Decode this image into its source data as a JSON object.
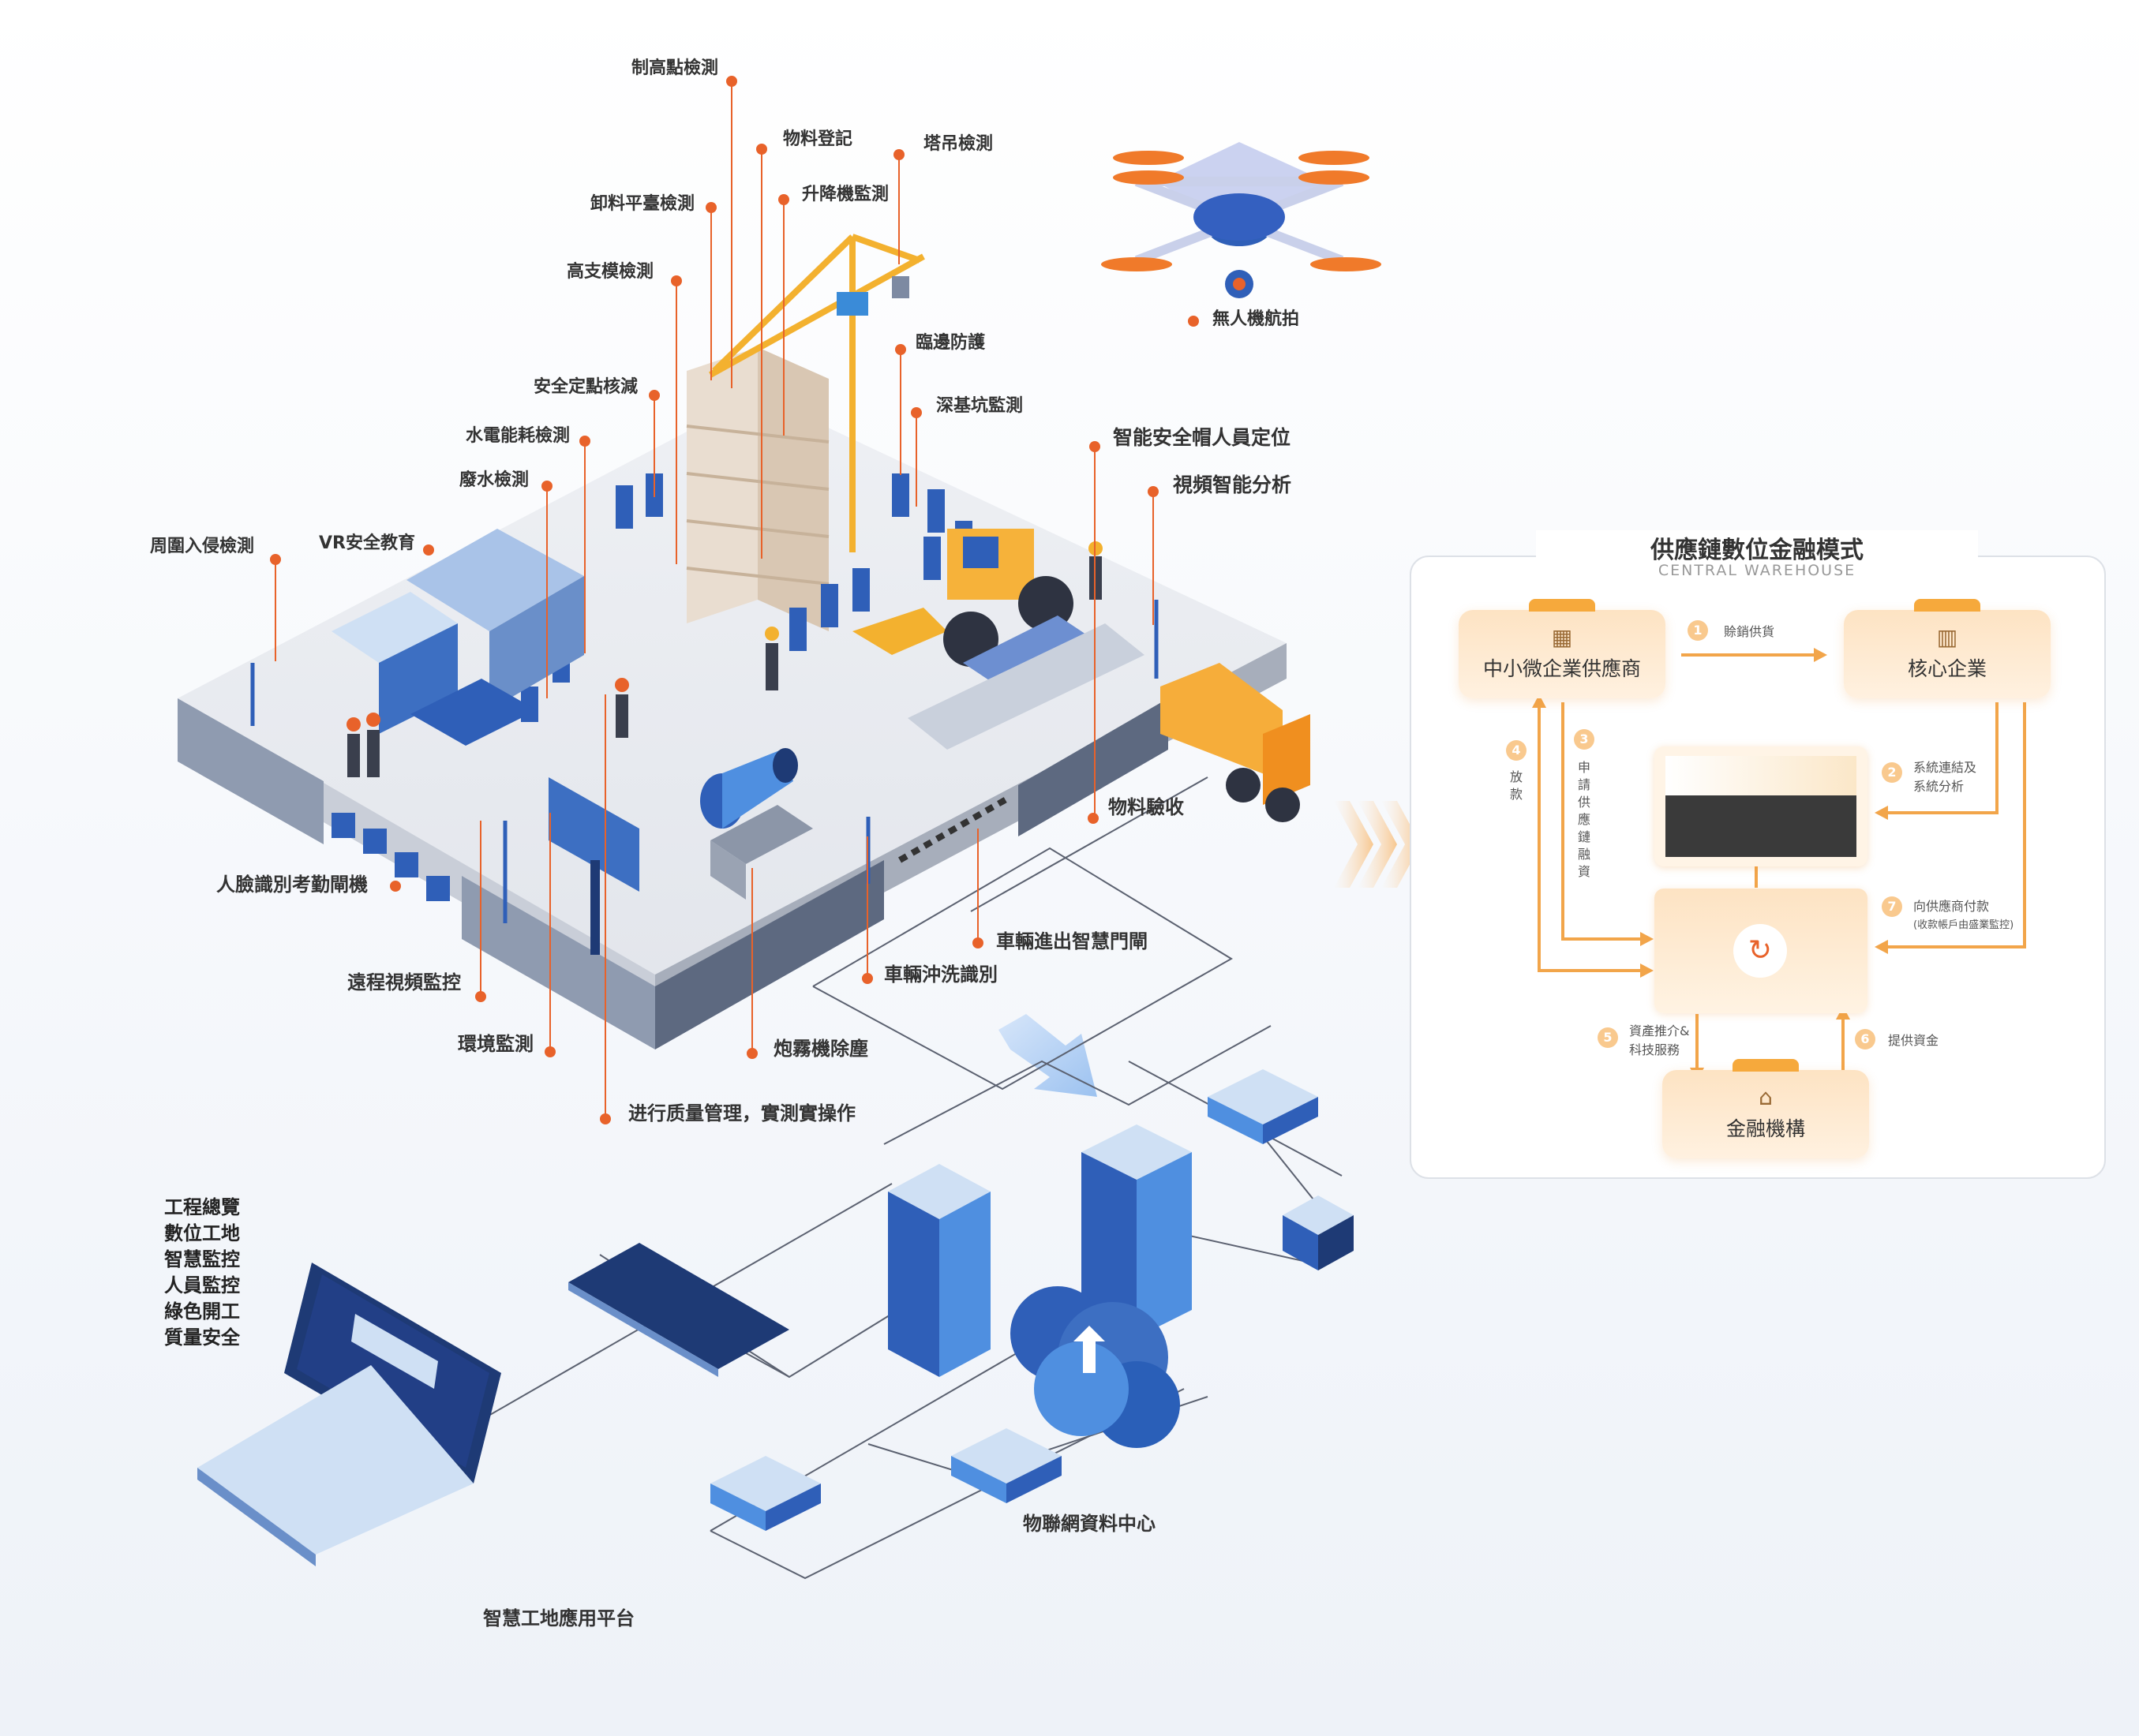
{
  "site_labels": {
    "top_cut": "制高點檢測",
    "material_register": "物料登記",
    "tower_crane": "塔吊檢測",
    "unload_platform": "卸料平臺檢測",
    "lift_monitor": "升降機監測",
    "high_formwork": "高支模檢測",
    "edge_protection": "臨邊防護",
    "safety_point": "安全定點核減",
    "deep_pit": "深基坑監測",
    "water_power": "水電能耗檢測",
    "smart_helmet": "智能安全帽人員定位",
    "waste_water": "廢水檢測",
    "video_ai": "視頻智能分析",
    "perimeter": "周圍入侵檢測",
    "vr_edu": "VR安全教育",
    "face_gate": "人臉識別考勤閘機",
    "material_check": "物料驗收",
    "vehicle_gate": "車輛進出智慧門閘",
    "vehicle_wash": "車輛沖洗識別",
    "remote_video": "遠程視頻監控",
    "environment": "環境監測",
    "fog_cannon": "炮霧機除塵",
    "quality": "进行质量管理，實測實操作",
    "drone": "無人機航拍"
  },
  "platform": {
    "menu": [
      "工程總覽",
      "數位工地",
      "智慧監控",
      "人員監控",
      "綠色開工",
      "質量安全"
    ],
    "title": "智慧工地應用平台",
    "iot_center": "物聯網資料中心"
  },
  "finance": {
    "title": "供應鏈數位金融模式",
    "subtitle": "CENTRAL WAREHOUSE",
    "sme": "中小微企業供應商",
    "core": "核心企業",
    "bank": "金融機構",
    "steps": {
      "s1": "賒銷供貨",
      "s2a": "系統連結及",
      "s2b": "系統分析",
      "s3": "申請供應鏈融資",
      "s4": "放款",
      "s5a": "資產推介&",
      "s5b": "科技服務",
      "s6": "提供資金",
      "s7a": "向供應商付款",
      "s7b": "(收款帳戶由盛業監控)"
    },
    "nums": [
      "1",
      "2",
      "3",
      "4",
      "5",
      "6",
      "7"
    ],
    "accent": "#f6a93c"
  }
}
